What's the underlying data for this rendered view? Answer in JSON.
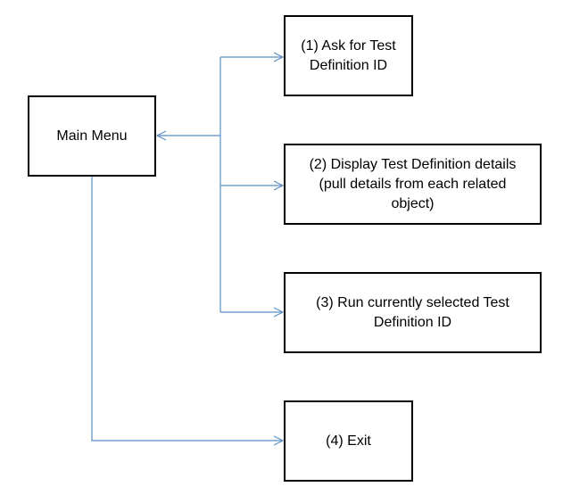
{
  "diagram": {
    "colors": {
      "box_border": "#000000",
      "connector": "#5b8fc4",
      "background": "#ffffff"
    },
    "nodes": {
      "main_menu": {
        "label": "Main Menu"
      },
      "option1": {
        "label": "(1) Ask for Test\nDefinition ID"
      },
      "option2": {
        "label": "(2) Display Test Definition details\n(pull details from each related\nobject)"
      },
      "option3": {
        "label": "(3) Run currently selected Test\nDefinition ID"
      },
      "option4": {
        "label": "(4) Exit"
      }
    },
    "edges": [
      {
        "from": "option1",
        "to": "main_menu"
      },
      {
        "from": "main_menu",
        "to": "option1"
      },
      {
        "from": "main_menu",
        "to": "option2"
      },
      {
        "from": "main_menu",
        "to": "option3"
      },
      {
        "from": "main_menu",
        "to": "option4"
      }
    ]
  }
}
